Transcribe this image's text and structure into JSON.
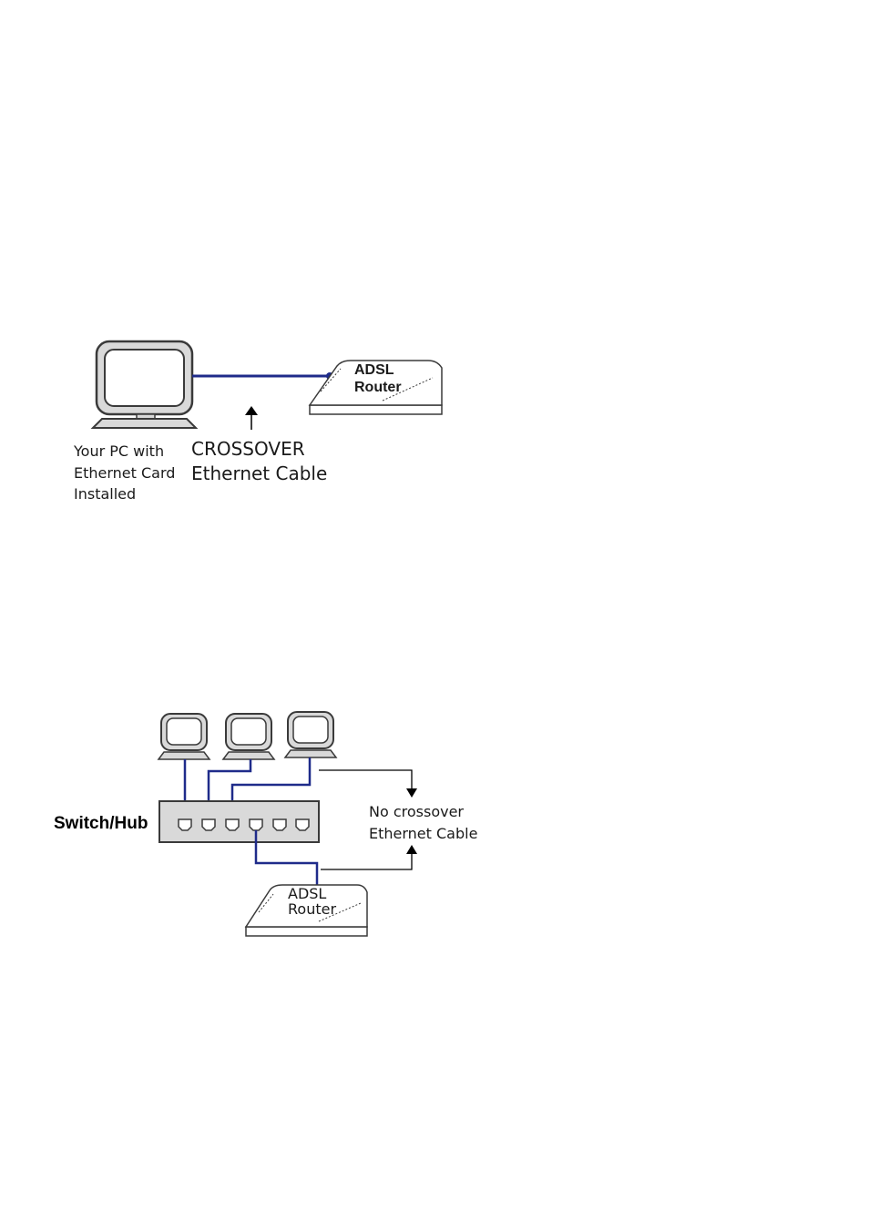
{
  "diagram1": {
    "pc_label": [
      "Your PC with",
      "Ethernet Card",
      "Installed"
    ],
    "cable_label": [
      "CROSSOVER",
      "Ethernet Cable"
    ],
    "router_label": [
      "ADSL",
      "Router"
    ]
  },
  "diagram2": {
    "switch_label": "Switch/Hub",
    "cable_label": [
      "No crossover",
      "Ethernet Cable"
    ],
    "router_label": [
      "ADSL",
      "Router"
    ]
  },
  "colors": {
    "cable": "#1f2b8a",
    "outline": "#3a3a3a",
    "screen": "#d9d9d9"
  }
}
